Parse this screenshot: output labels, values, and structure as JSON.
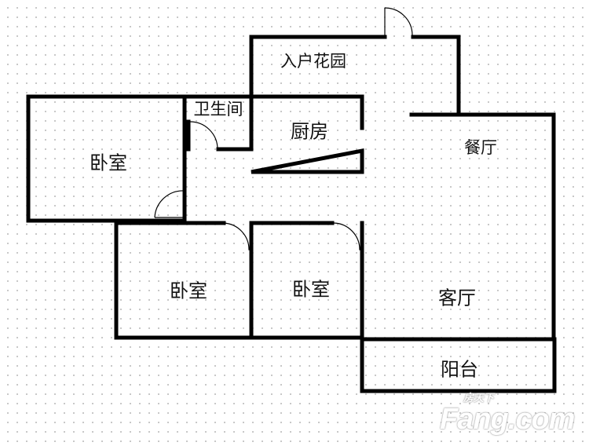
{
  "rooms": {
    "bedroom_master": "卧室",
    "bathroom": "卫生间",
    "kitchen": "厨房",
    "entry_garden": "入户花园",
    "dining": "餐厅",
    "bedroom_2": "卧室",
    "bedroom_3": "卧室",
    "living": "客厅",
    "balcony": "阳台"
  },
  "watermark": {
    "cn": "房天下",
    "en": "Fang.com"
  }
}
